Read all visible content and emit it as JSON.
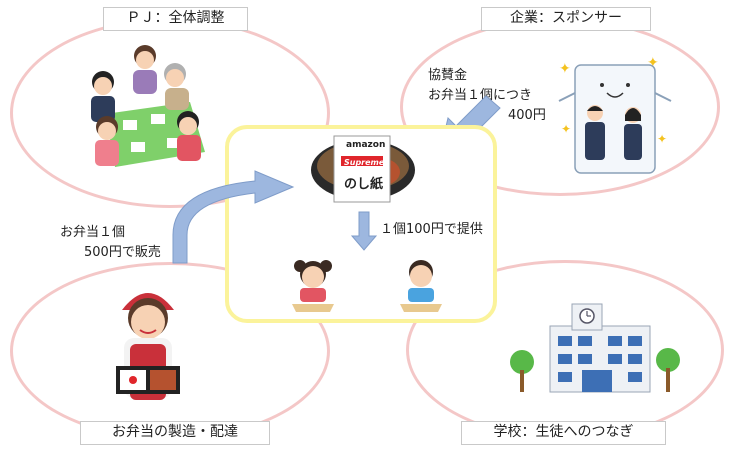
{
  "quadrants": {
    "pj": {
      "label": "ＰＪ：全体調整"
    },
    "sponsor": {
      "label": "企業：スポンサー"
    },
    "bento": {
      "label": "お弁当の製造・配達"
    },
    "school": {
      "label": "学校：生徒へのつなぎ"
    }
  },
  "sponsor_note": {
    "line1": "協賛金",
    "line2": "お弁当１個につき",
    "line3": "400円"
  },
  "sale_note": {
    "line1": "お弁当１個",
    "line2": "500円で販売"
  },
  "provide_note": "１個100円で提供",
  "bento_box": {
    "brand1": "amazon",
    "brand2": "Supreme",
    "noshi": "のし紙"
  },
  "colors": {
    "ellipse": "#f4c7c7",
    "center_border": "#fbf39b",
    "arrow": "#9db7df"
  }
}
